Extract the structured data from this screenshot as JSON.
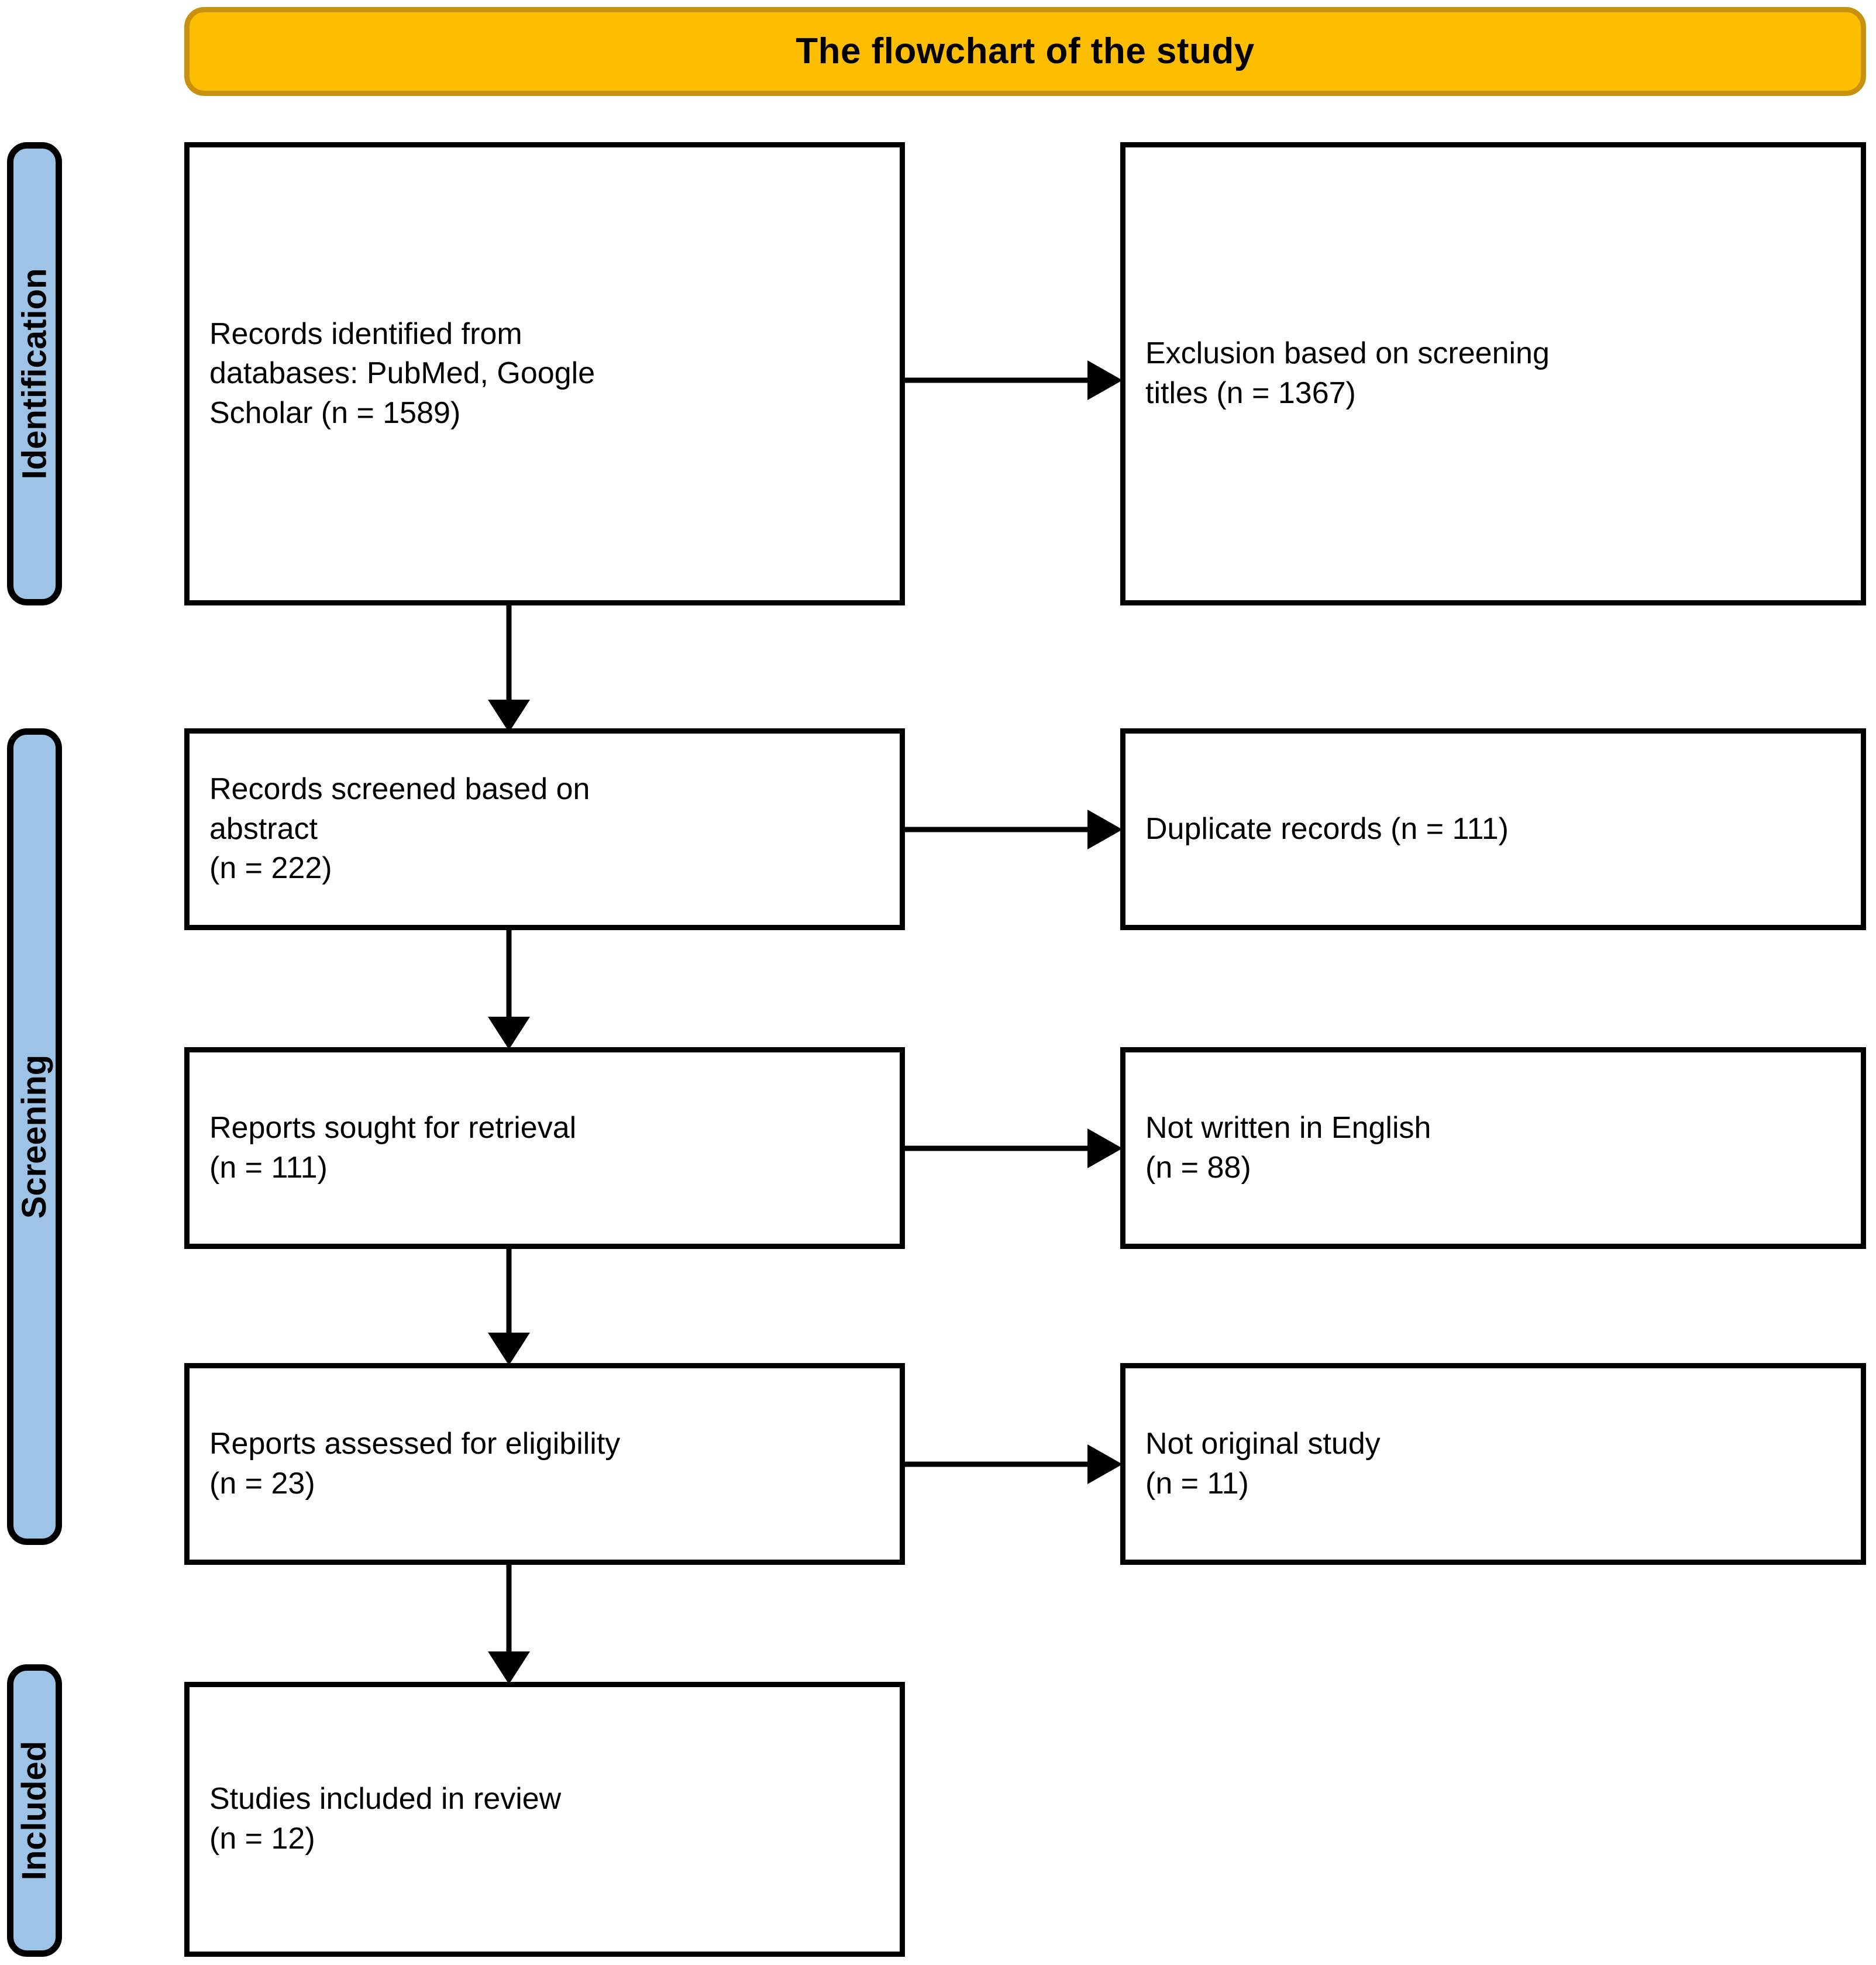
{
  "header": {
    "title": "The flowchart of the study",
    "background_color": "#FDBE02",
    "border_color": "#C8920F"
  },
  "stages": [
    {
      "id": "identification",
      "label": "Identification",
      "background_color": "#9DC3E6"
    },
    {
      "id": "screening",
      "label": "Screening",
      "background_color": "#9DC3E6"
    },
    {
      "id": "included",
      "label": "Included",
      "background_color": "#9DC3E6"
    }
  ],
  "flow": {
    "main_column": [
      {
        "id": "identified",
        "text": "Records identified from\ndatabases: PubMed, Google\nScholar (n = 1589)",
        "count": 1589
      },
      {
        "id": "screened",
        "text": "Records screened based on\nabstract\n(n = 222)",
        "count": 222
      },
      {
        "id": "sought",
        "text": "Reports sought for retrieval\n(n = 111)",
        "count": 111
      },
      {
        "id": "assessed",
        "text": "Reports assessed for eligibility\n(n = 23)",
        "count": 23
      },
      {
        "id": "included",
        "text": "Studies included in review\n(n = 12)",
        "count": 12
      }
    ],
    "exclusion_column": [
      {
        "id": "excl-titles",
        "text": "Exclusion based on screening\ntitles (n = 1367)",
        "count": 1367
      },
      {
        "id": "excl-duplicate",
        "text": "Duplicate records (n = 111)",
        "count": 111
      },
      {
        "id": "excl-english",
        "text": "Not written in English\n(n = 88)",
        "count": 88
      },
      {
        "id": "excl-original",
        "text": "Not original study\n(n = 11)",
        "count": 11
      }
    ]
  },
  "chart_data": {
    "type": "diagram",
    "title": "The flowchart of the study",
    "diagram_kind": "PRISMA flow diagram",
    "nodes": [
      {
        "stage": "Identification",
        "label": "Records identified from databases: PubMed, Google Scholar",
        "n": 1589
      },
      {
        "stage": "Identification",
        "label": "Exclusion based on screening titles",
        "n": 1367
      },
      {
        "stage": "Screening",
        "label": "Records screened based on abstract",
        "n": 222
      },
      {
        "stage": "Screening",
        "label": "Duplicate records",
        "n": 111
      },
      {
        "stage": "Screening",
        "label": "Reports sought for retrieval",
        "n": 111
      },
      {
        "stage": "Screening",
        "label": "Not written in English",
        "n": 88
      },
      {
        "stage": "Screening",
        "label": "Reports assessed for eligibility",
        "n": 23
      },
      {
        "stage": "Screening",
        "label": "Not original study",
        "n": 11
      },
      {
        "stage": "Included",
        "label": "Studies included in review",
        "n": 12
      }
    ],
    "edges": [
      {
        "from": "Records identified from databases: PubMed, Google Scholar",
        "to": "Exclusion based on screening titles",
        "direction": "right"
      },
      {
        "from": "Records identified from databases: PubMed, Google Scholar",
        "to": "Records screened based on abstract",
        "direction": "down"
      },
      {
        "from": "Records screened based on abstract",
        "to": "Duplicate records",
        "direction": "right"
      },
      {
        "from": "Records screened based on abstract",
        "to": "Reports sought for retrieval",
        "direction": "down"
      },
      {
        "from": "Reports sought for retrieval",
        "to": "Not written in English",
        "direction": "right"
      },
      {
        "from": "Reports sought for retrieval",
        "to": "Reports assessed for eligibility",
        "direction": "down"
      },
      {
        "from": "Reports assessed for eligibility",
        "to": "Not original study",
        "direction": "right"
      },
      {
        "from": "Reports assessed for eligibility",
        "to": "Studies included in review",
        "direction": "down"
      }
    ]
  }
}
